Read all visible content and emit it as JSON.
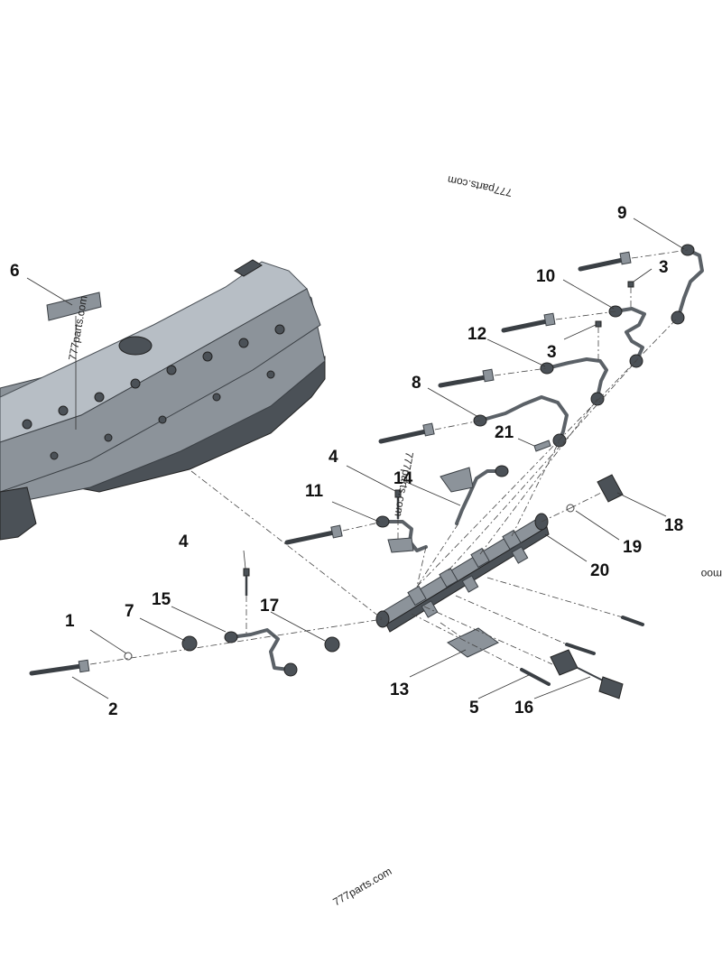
{
  "callouts": [
    {
      "key": "c1",
      "text": "1"
    },
    {
      "key": "c2",
      "text": "2"
    },
    {
      "key": "c3a",
      "text": "3"
    },
    {
      "key": "c3b",
      "text": "3"
    },
    {
      "key": "c4a",
      "text": "4"
    },
    {
      "key": "c4b",
      "text": "4"
    },
    {
      "key": "c5",
      "text": "5"
    },
    {
      "key": "c6",
      "text": "6"
    },
    {
      "key": "c7",
      "text": "7"
    },
    {
      "key": "c8",
      "text": "8"
    },
    {
      "key": "c9",
      "text": "9"
    },
    {
      "key": "c10",
      "text": "10"
    },
    {
      "key": "c11",
      "text": "11"
    },
    {
      "key": "c12",
      "text": "12"
    },
    {
      "key": "c13",
      "text": "13"
    },
    {
      "key": "c14",
      "text": "14"
    },
    {
      "key": "c15",
      "text": "15"
    },
    {
      "key": "c16",
      "text": "16"
    },
    {
      "key": "c17",
      "text": "17"
    },
    {
      "key": "c18",
      "text": "18"
    },
    {
      "key": "c19",
      "text": "19"
    },
    {
      "key": "c20",
      "text": "20"
    },
    {
      "key": "c21",
      "text": "21"
    }
  ],
  "watermarks": {
    "top": "777parts.com",
    "middle": "777parts.com",
    "left": "777parts.com",
    "bottom": "777parts.com",
    "right_edge": "moo"
  }
}
